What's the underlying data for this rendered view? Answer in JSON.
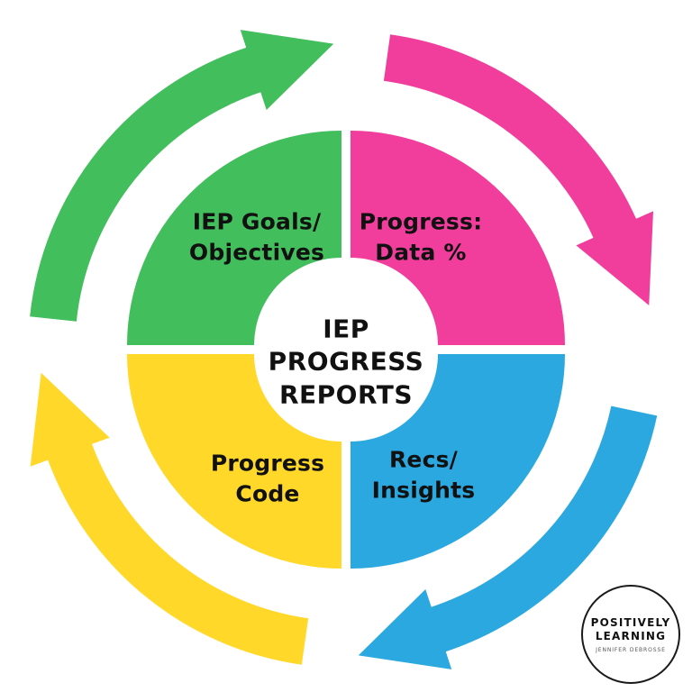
{
  "center_title": {
    "line1": "IEP",
    "line2": "PROGRESS",
    "line3": "REPORTS"
  },
  "quadrants": {
    "top_left": {
      "line1": "IEP Goals/",
      "line2": "Objectives",
      "color": "#42BE5C"
    },
    "top_right": {
      "line1": "Progress:",
      "line2": "Data %",
      "color": "#F13E9C"
    },
    "bottom_right": {
      "line1": "Recs/",
      "line2": "Insights",
      "color": "#2BA8E0"
    },
    "bottom_left": {
      "line1": "Progress",
      "line2": "Code",
      "color": "#FFD829"
    }
  },
  "logo": {
    "name_line1": "POSITIVELY",
    "name_line2": "LEARNING",
    "byline": "JENNIFER DEBROSSE"
  }
}
